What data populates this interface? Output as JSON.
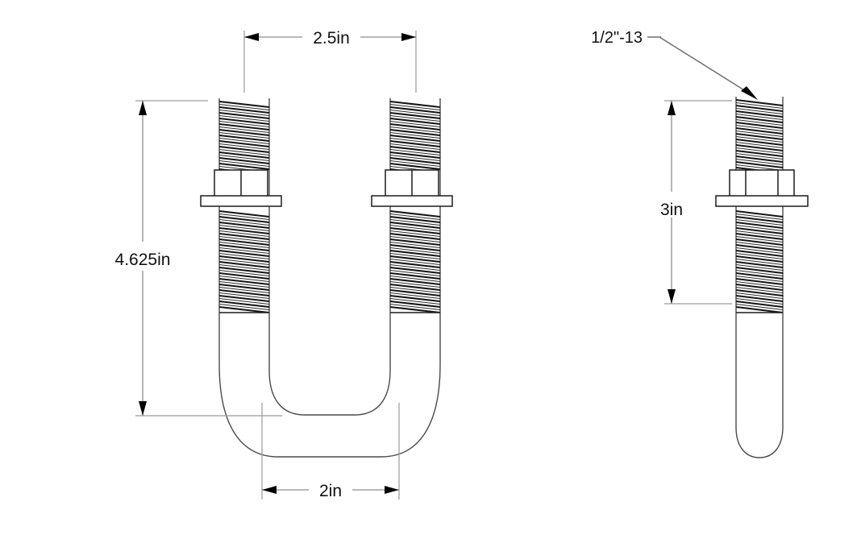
{
  "drawing": {
    "title": "U-Bolt Technical Drawing",
    "background_color": "#ffffff",
    "line_color": "#4a4a4a",
    "dimension_color": "#8d8d8d",
    "text_color": "#111111",
    "units": "in"
  },
  "dimensions": {
    "top_width": {
      "label": "2.5in",
      "value": 2.5,
      "unit": "in",
      "orientation": "horizontal",
      "description": "outside leg-to-leg spacing at top"
    },
    "left_height": {
      "label": "4.625in",
      "value": 4.625,
      "unit": "in",
      "orientation": "vertical",
      "description": "overall leg length of front view"
    },
    "bottom_width": {
      "label": "2in",
      "value": 2,
      "unit": "in",
      "orientation": "horizontal",
      "description": "inside bend width at bottom"
    },
    "side_height": {
      "label": "3in",
      "value": 3,
      "unit": "in",
      "orientation": "vertical",
      "description": "threaded length of side view"
    }
  },
  "callouts": {
    "thread_spec": {
      "label": "1/2\"-13",
      "description": "thread size and pitch callout with leader to threaded shank"
    }
  },
  "views": {
    "front": {
      "name": "front-view",
      "components": [
        "left-threaded-leg",
        "left-hex-nut",
        "left-washer",
        "right-threaded-leg",
        "right-hex-nut",
        "right-washer",
        "u-bend"
      ]
    },
    "side": {
      "name": "side-view",
      "components": [
        "side-threaded-rod",
        "side-hex-nut",
        "side-washer",
        "side-rounded-end"
      ]
    }
  }
}
